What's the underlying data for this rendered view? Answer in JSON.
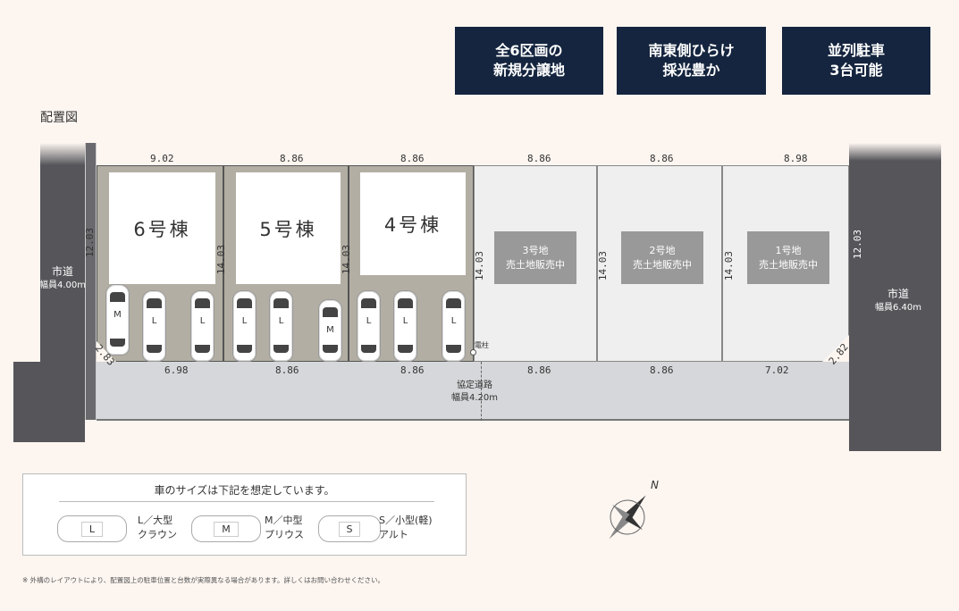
{
  "badges": [
    {
      "line1": "全6区画の",
      "line2": "新規分譲地"
    },
    {
      "line1": "南東側ひらけ",
      "line2": "採光豊か"
    },
    {
      "line1": "並列駐車",
      "line2": "3台可能"
    }
  ],
  "section_title": "配置図",
  "roads": {
    "left": {
      "name": "市道",
      "width": "幅員4.00m"
    },
    "right": {
      "name": "市道",
      "width": "幅員6.40m"
    },
    "bottom": {
      "name": "協定道路",
      "width": "幅員4.20m"
    }
  },
  "utility_pole": "電柱",
  "lots": [
    {
      "building": "6号棟",
      "top": "9.02",
      "bottom": "6.98",
      "depth": "14.03",
      "cars": [
        "M",
        "L",
        "L"
      ]
    },
    {
      "building": "5号棟",
      "top": "8.86",
      "bottom": "8.86",
      "depth": "14.03",
      "cars": [
        "L",
        "L",
        "M"
      ]
    },
    {
      "building": "4号棟",
      "top": "8.86",
      "bottom": "8.86",
      "depth": "14.03",
      "cars": [
        "L",
        "L",
        "L"
      ]
    },
    {
      "name": "3号地",
      "status": "売土地販売中",
      "top": "8.86",
      "bottom": "8.86",
      "depth": "14.03"
    },
    {
      "name": "2号地",
      "status": "売土地販売中",
      "top": "8.86",
      "bottom": "8.86",
      "depth": "14.03"
    },
    {
      "name": "1号地",
      "status": "売土地販売中",
      "top": "8.98",
      "bottom": "7.02",
      "depth": "14.03"
    }
  ],
  "side_dims": {
    "left": "12.03",
    "right": "12.03",
    "left_corner": "2.83",
    "right_corner": "2.82"
  },
  "legend": {
    "title": "車のサイズは下記を想定しています。",
    "items": [
      {
        "code": "L",
        "size": "L／大型",
        "model": "クラウン"
      },
      {
        "code": "M",
        "size": "M／中型",
        "model": "プリウス"
      },
      {
        "code": "S",
        "size": "S／小型(軽)",
        "model": "アルト"
      }
    ]
  },
  "compass": "N",
  "footnote": "※ 外構のレイアウトにより、配置図上の駐車位置と台数が実際異なる場合があります。詳しくはお問い合わせください。"
}
